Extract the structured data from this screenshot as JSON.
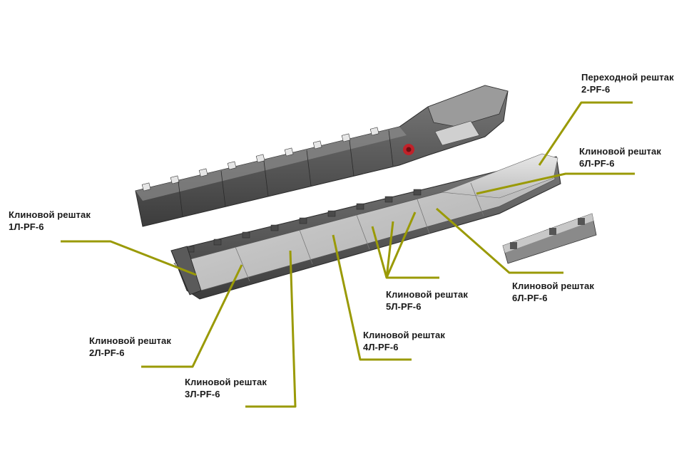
{
  "accent_color": "#9a9a06",
  "labels": [
    {
      "id": "transition",
      "line1": "Переходной рештак",
      "line2": "2-PF-6"
    },
    {
      "id": "wedge-6l-top",
      "line1": "Клиновой рештак",
      "line2": "6Л-PF-6"
    },
    {
      "id": "wedge-1l",
      "line1": "Клиновой рештак",
      "line2": "1Л-PF-6"
    },
    {
      "id": "wedge-5l",
      "line1": "Клиновой рештак",
      "line2": "5Л-PF-6"
    },
    {
      "id": "wedge-6l-right",
      "line1": "Клиновой рештак",
      "line2": "6Л-PF-6"
    },
    {
      "id": "wedge-2l",
      "line1": "Клиновой рештак",
      "line2": "2Л-PF-6"
    },
    {
      "id": "wedge-4l",
      "line1": "Клиновой рештак",
      "line2": "4Л-PF-6"
    },
    {
      "id": "wedge-3l",
      "line1": "Клиновой рештак",
      "line2": "3Л-PF-6"
    }
  ]
}
